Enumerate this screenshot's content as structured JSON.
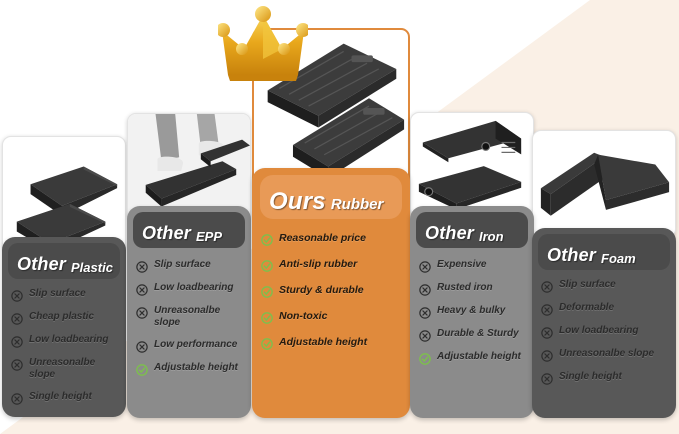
{
  "theme": {
    "background_cream": "#faf0e6",
    "background_white": "#ffffff",
    "accent_orange": "#e08a3c",
    "accent_orange_light": "#e89a57",
    "check_green": "#7dbf4d",
    "cross_dark": "#2e2e2e",
    "panel_dark_grey": "#585858",
    "panel_mid_grey": "#8b8b8b",
    "header_pill_grey": "#4b4b4b"
  },
  "decor": {
    "crown_icon": "crown-icon",
    "crown_color": "#e8a71e"
  },
  "columns": [
    {
      "id": "plastic",
      "title": "Other",
      "subtitle": "Plastic",
      "kind": "other",
      "panel_color": "#585858",
      "product_image_alt": "two black textured plastic wedge ramps",
      "features": [
        {
          "mark": "cross",
          "label": "Slip surface"
        },
        {
          "mark": "cross",
          "label": "Cheap plastic"
        },
        {
          "mark": "cross",
          "label": "Low loadbearing"
        },
        {
          "mark": "cross",
          "label": "Unreasonalbe slope"
        },
        {
          "mark": "cross",
          "label": "Single height"
        }
      ]
    },
    {
      "id": "epp",
      "title": "Other",
      "subtitle": "EPP",
      "kind": "other",
      "panel_color": "#8b8b8b",
      "product_image_alt": "person standing on two foam slant boards",
      "features": [
        {
          "mark": "cross",
          "label": "Slip surface"
        },
        {
          "mark": "cross",
          "label": "Low loadbearing"
        },
        {
          "mark": "cross",
          "label": "Unreasonalbe slope"
        },
        {
          "mark": "cross",
          "label": "Low performance"
        },
        {
          "mark": "check",
          "label": "Adjustable height"
        }
      ]
    },
    {
      "id": "ours",
      "title": "Ours",
      "subtitle": "Rubber",
      "kind": "ours",
      "panel_color": "#e08a3c",
      "product_image_alt": "two black rubber stepped wedge ramps",
      "features": [
        {
          "mark": "check",
          "label": "Reasonable price"
        },
        {
          "mark": "check",
          "label": "Anti-slip rubber"
        },
        {
          "mark": "check",
          "label": "Sturdy & durable"
        },
        {
          "mark": "check",
          "label": "Non-toxic"
        },
        {
          "mark": "check",
          "label": "Adjustable height"
        }
      ]
    },
    {
      "id": "iron",
      "title": "Other",
      "subtitle": "Iron",
      "kind": "other",
      "panel_color": "#8b8b8b",
      "product_image_alt": "two dark metal iron wedge ramps",
      "features": [
        {
          "mark": "cross",
          "label": "Expensive"
        },
        {
          "mark": "cross",
          "label": "Rusted iron"
        },
        {
          "mark": "cross",
          "label": "Heavy & bulky"
        },
        {
          "mark": "cross",
          "label": "Durable & Sturdy"
        },
        {
          "mark": "check",
          "label": "Adjustable height"
        }
      ]
    },
    {
      "id": "foam",
      "title": "Other",
      "subtitle": "Foam",
      "kind": "other",
      "panel_color": "#585858",
      "product_image_alt": "large dark foam wedge block",
      "features": [
        {
          "mark": "cross",
          "label": "Slip surface"
        },
        {
          "mark": "cross",
          "label": "Deformable"
        },
        {
          "mark": "cross",
          "label": "Low loadbearing"
        },
        {
          "mark": "cross",
          "label": "Unreasonalbe slope"
        },
        {
          "mark": "cross",
          "label": "Single height"
        }
      ]
    }
  ]
}
